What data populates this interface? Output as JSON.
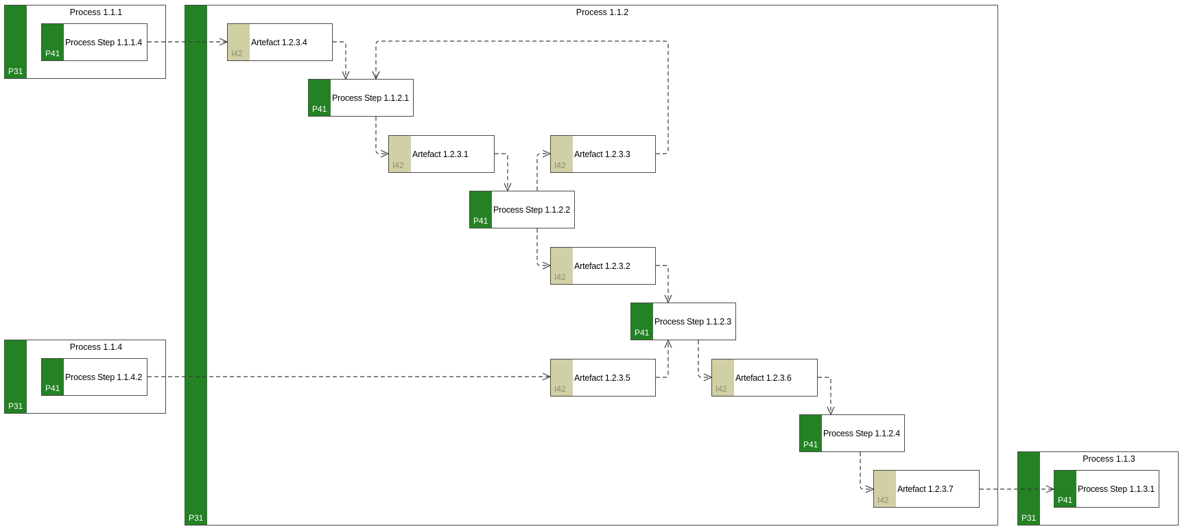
{
  "containers": [
    {
      "id": "p111",
      "title": "Process 1.1.1",
      "code": "P31"
    },
    {
      "id": "p112",
      "title": "Process 1.1.2",
      "code": "P31"
    },
    {
      "id": "p114",
      "title": "Process 1.1.4",
      "code": "P31"
    },
    {
      "id": "p113",
      "title": "Process 1.1.3",
      "code": "P31"
    }
  ],
  "steps": [
    {
      "id": "s1114",
      "label": "Process Step 1.1.1.4",
      "code": "P41"
    },
    {
      "id": "s1142",
      "label": "Process Step 1.1.4.2",
      "code": "P41"
    },
    {
      "id": "s1121",
      "label": "Process Step 1.1.2.1",
      "code": "P41"
    },
    {
      "id": "s1122",
      "label": "Process Step 1.1.2.2",
      "code": "P41"
    },
    {
      "id": "s1123",
      "label": "Process Step 1.1.2.3",
      "code": "P41"
    },
    {
      "id": "s1124",
      "label": "Process Step 1.1.2.4",
      "code": "P41"
    },
    {
      "id": "s1131",
      "label": "Process Step 1.1.3.1",
      "code": "P41"
    }
  ],
  "artefacts": [
    {
      "id": "a1234",
      "label": "Artefact 1.2.3.4",
      "code": "I42"
    },
    {
      "id": "a1231",
      "label": "Artefact 1.2.3.1",
      "code": "I42"
    },
    {
      "id": "a1233",
      "label": "Artefact 1.2.3.3",
      "code": "I42"
    },
    {
      "id": "a1232",
      "label": "Artefact 1.2.3.2",
      "code": "I42"
    },
    {
      "id": "a1235",
      "label": "Artefact 1.2.3.5",
      "code": "I42"
    },
    {
      "id": "a1236",
      "label": "Artefact 1.2.3.6",
      "code": "I42"
    },
    {
      "id": "a1237",
      "label": "Artefact 1.2.3.7",
      "code": "I42"
    }
  ]
}
